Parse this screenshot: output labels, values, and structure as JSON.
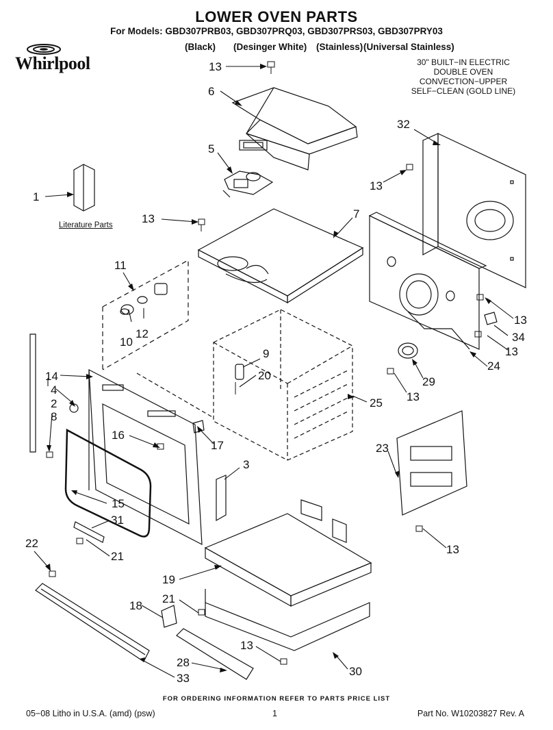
{
  "header": {
    "title": "LOWER OVEN PARTS",
    "models_line": "For Models: GBD307PRB03, GBD307PRQ03, GBD307PRS03, GBD307PRY03",
    "variants": [
      "(Black)",
      "(Desinger White)",
      "(Stainless)",
      "(Universal Stainless)"
    ]
  },
  "brand": {
    "logo_text": "Whirlpool"
  },
  "description": [
    "30\" BUILT−IN ELECTRIC",
    "DOUBLE OVEN",
    "CONVECTION−UPPER",
    "SELF−CLEAN (GOLD LINE)"
  ],
  "literature_label": "Literature Parts",
  "callouts": {
    "c13a": "13",
    "c6": "6",
    "c5": "5",
    "c1": "1",
    "c13b": "13",
    "c7": "7",
    "c11": "11",
    "c10": "10",
    "c12": "12",
    "c32": "32",
    "c13c": "13",
    "c13d": "13",
    "c34": "34",
    "c13e": "13",
    "c24": "24",
    "c29": "29",
    "c13f": "13",
    "c9": "9",
    "c20": "20",
    "c25": "25",
    "c14": "14",
    "c4": "4",
    "c2": "2",
    "c8": "8",
    "c16": "16",
    "c17": "17",
    "c3": "3",
    "c15": "15",
    "c31": "31",
    "c21a": "21",
    "c23": "23",
    "c13g": "13",
    "c22": "22",
    "c19": "19",
    "c18": "18",
    "c21b": "21",
    "c13h": "13",
    "c28": "28",
    "c30": "30",
    "c33": "33"
  },
  "footer": {
    "order_note": "FOR ORDERING INFORMATION REFER TO PARTS PRICE LIST",
    "litho": "05−08 Litho in U.S.A. (amd) (psw)",
    "page": "1",
    "part_no": "Part No. W10203827 Rev. A"
  }
}
